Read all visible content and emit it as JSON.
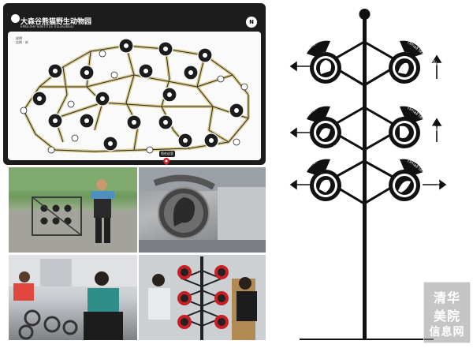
{
  "map": {
    "title": "大森谷熊猫野生动物园",
    "subtitle": "ENGLISH SUBTITLE (ILLEGIBLE)",
    "legend_title": "说明",
    "legend_scale": "比例 · 米",
    "compass": "N",
    "you_are_here": "您在这里"
  },
  "sign": {
    "left_top": "[small text illegible]",
    "right_top": "[small text illegible]",
    "left_mid": "[small text illegible]",
    "right_mid": "[small text illegible]",
    "left_bot": "[small text illegible]",
    "right_bot": "[small text illegible]"
  },
  "watermark": {
    "line1": "清华",
    "line2": "美院",
    "line3": "信息网"
  },
  "colors": {
    "map_frame": "#1c1c1c",
    "route_gold": "#d9c98a",
    "route_dark": "#2a2a2a",
    "sign_black": "#111111",
    "wood": "#c9a36a"
  }
}
